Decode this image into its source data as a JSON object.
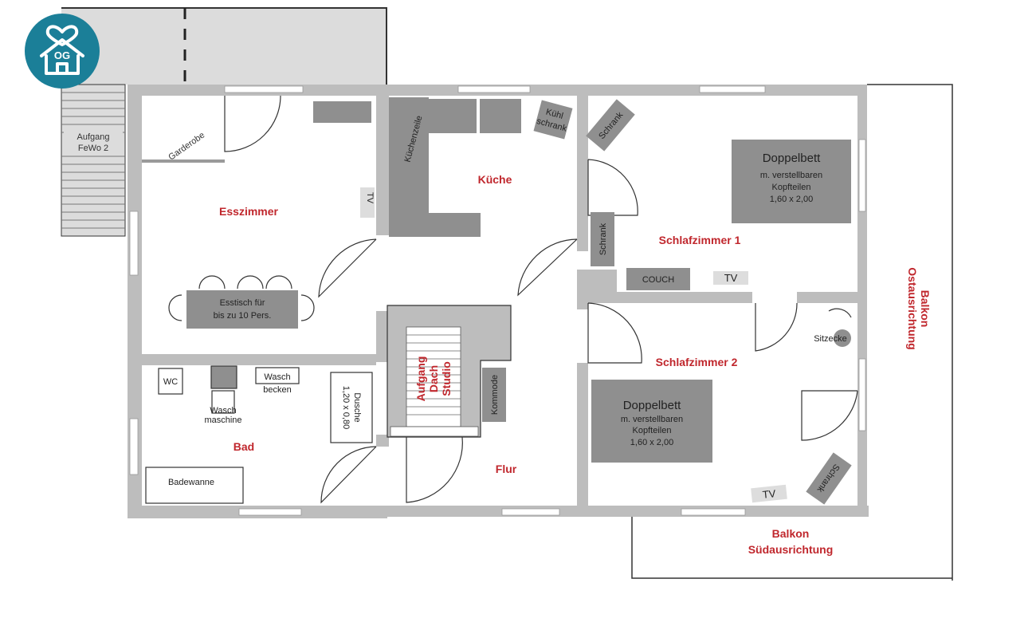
{
  "logo": {
    "text": "OG",
    "color": "#1b7f98"
  },
  "colors": {
    "room_label": "#c0272d",
    "wall": "#bdbdbd",
    "furniture": "#8f8f8f"
  },
  "rooms": {
    "esszimmer": "Esszimmer",
    "kueche": "Küche",
    "schlafzimmer1": "Schlafzimmer 1",
    "schlafzimmer2": "Schlafzimmer 2",
    "bad": "Bad",
    "flur": "Flur",
    "aufgang_dach": [
      "Aufgang",
      "Dach",
      "Studio"
    ],
    "balkon_ost": [
      "Balkon",
      "Ostausrichtung"
    ],
    "balkon_sued": [
      "Balkon",
      "Südausrichtung"
    ]
  },
  "labels": {
    "aufgang_fewo": [
      "Aufgang",
      "FeWo 2"
    ],
    "garderobe": "Garderobe",
    "tv": "TV",
    "esstisch": [
      "Esstisch für",
      "bis zu 10 Pers."
    ],
    "kuechenzeile": "Küchenzeile",
    "kuehlschrank": [
      "Kühl",
      "schrank"
    ],
    "schrank": "Schrank",
    "couch": "COUCH",
    "doppelbett": [
      "Doppelbett",
      "m. verstellbaren",
      "Kopfteilen",
      "1,60 x 2,00"
    ],
    "sitzecke": "Sitzecke",
    "kommode": "Kommode",
    "wc": "WC",
    "waschbecken": [
      "Wasch",
      "becken"
    ],
    "waschmaschine": [
      "Wasch",
      "maschine"
    ],
    "dusche": [
      "Dusche",
      "1,20 x 0,80"
    ],
    "badewanne": "Badewanne"
  }
}
